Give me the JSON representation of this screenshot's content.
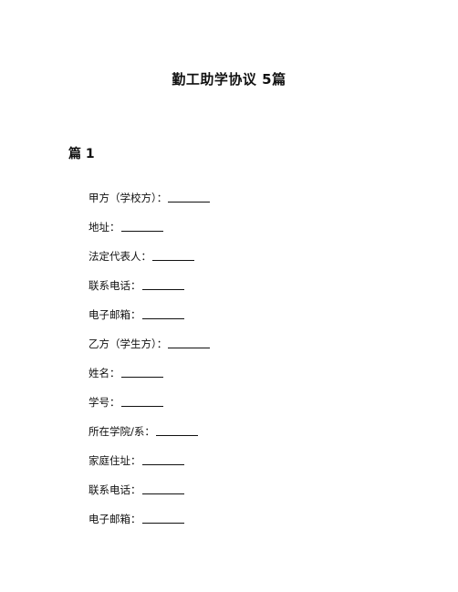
{
  "document": {
    "title": "勤工助学协议 5篇",
    "section_heading": "篇 1",
    "fields": [
      {
        "label": "甲方（学校方）："
      },
      {
        "label": "地址："
      },
      {
        "label": "法定代表人："
      },
      {
        "label": "联系电话："
      },
      {
        "label": "电子邮箱："
      },
      {
        "label": "乙方（学生方）："
      },
      {
        "label": "姓名："
      },
      {
        "label": "学号："
      },
      {
        "label": "所在学院/系："
      },
      {
        "label": "家庭住址："
      },
      {
        "label": "联系电话："
      },
      {
        "label": "电子邮箱："
      }
    ]
  }
}
